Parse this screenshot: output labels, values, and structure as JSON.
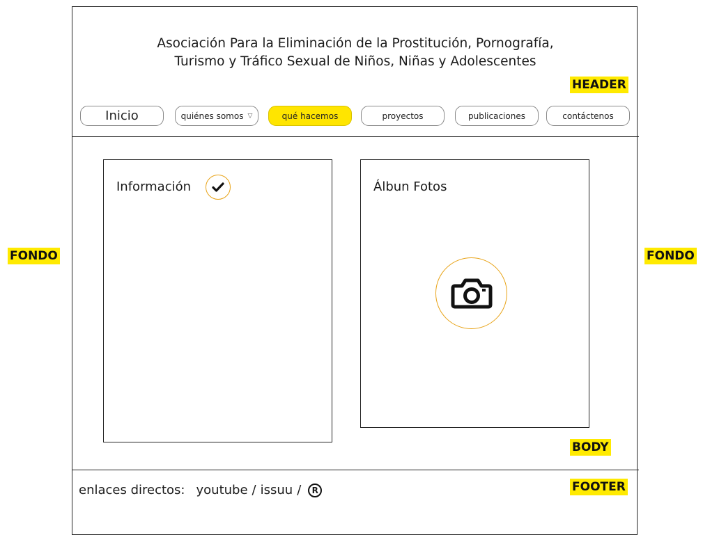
{
  "header": {
    "title_line1": "Asociación Para la Eliminación de la Prostitución, Pornografía,",
    "title_line2": "Turismo y Tráfico Sexual de Niños, Niñas y Adolescentes",
    "tag": "HEADER"
  },
  "nav": {
    "items": [
      {
        "label": "Inicio",
        "active": false
      },
      {
        "label": "quiénes somos",
        "active": false,
        "has_dropdown": true
      },
      {
        "label": "qué hacemos",
        "active": true
      },
      {
        "label": "proyectos",
        "active": false
      },
      {
        "label": "publicaciones",
        "active": false
      },
      {
        "label": "contáctenos",
        "active": false
      }
    ],
    "dropdown_icon": "triangle-down-icon"
  },
  "body": {
    "tag": "BODY",
    "info_panel": {
      "title": "Información",
      "icon": "checkmark-icon"
    },
    "album_panel": {
      "title": "Álbun Fotos",
      "icon": "camera-icon"
    }
  },
  "footer": {
    "tag": "FOOTER",
    "prefix": "enlaces directos:",
    "link_youtube": "youtube",
    "sep1": "/",
    "link_issuu": "issuu",
    "sep2": "/",
    "reg_icon": "registered-icon",
    "reg_symbol": "R"
  },
  "background": {
    "left_tag": "FONDO",
    "right_tag": "FONDO"
  },
  "colors": {
    "accent_yellow": "#ffe500",
    "icon_ring_orange": "#e8a317",
    "border": "#222222"
  }
}
